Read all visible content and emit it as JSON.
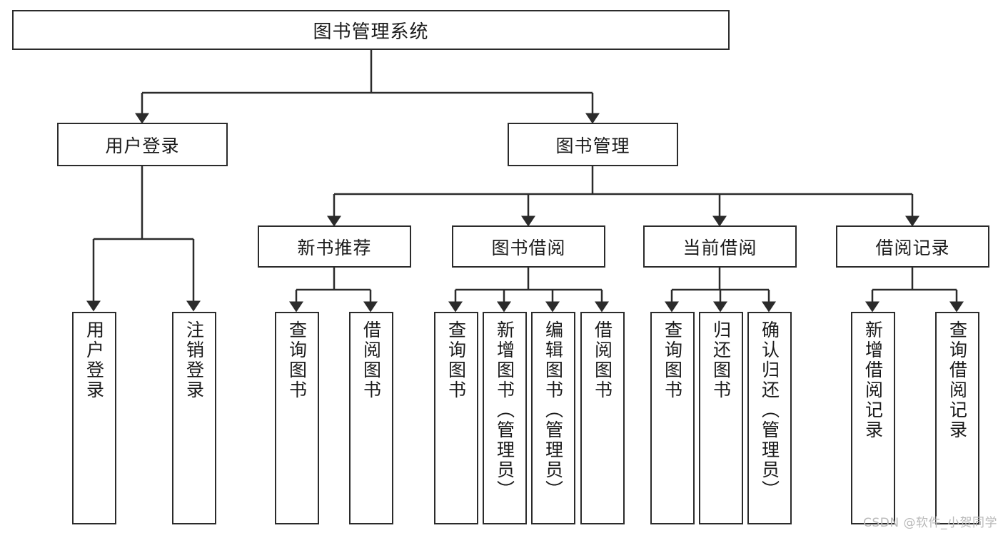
{
  "diagram": {
    "type": "tree-hierarchy",
    "title": "图书管理系统",
    "watermark": "CSDN @软件_小贺同学",
    "colors": {
      "background": "#ffffff",
      "stroke": "#2b2b2b",
      "text": "#1a1a1a",
      "watermark": "#b9b9b9"
    },
    "root": {
      "label": "图书管理系统"
    },
    "level2": [
      {
        "label": "用户登录"
      },
      {
        "label": "图书管理"
      }
    ],
    "level3": [
      {
        "label": "新书推荐"
      },
      {
        "label": "图书借阅"
      },
      {
        "label": "当前借阅"
      },
      {
        "label": "借阅记录"
      }
    ],
    "leaves": {
      "user_login": [
        {
          "label": "用户登录"
        },
        {
          "label": "注销登录"
        }
      ],
      "new_book_recommend": [
        {
          "label": "查询图书"
        },
        {
          "label": "借阅图书"
        }
      ],
      "book_borrow": [
        {
          "label": "查询图书"
        },
        {
          "label": "新增图书（管理员）"
        },
        {
          "label": "编辑图书（管理员）"
        },
        {
          "label": "借阅图书"
        }
      ],
      "current_borrow": [
        {
          "label": "查询图书"
        },
        {
          "label": "归还图书"
        },
        {
          "label": "确认归还（管理员）"
        }
      ],
      "borrow_record": [
        {
          "label": "新增借阅记录"
        },
        {
          "label": "查询借阅记录"
        }
      ]
    }
  }
}
